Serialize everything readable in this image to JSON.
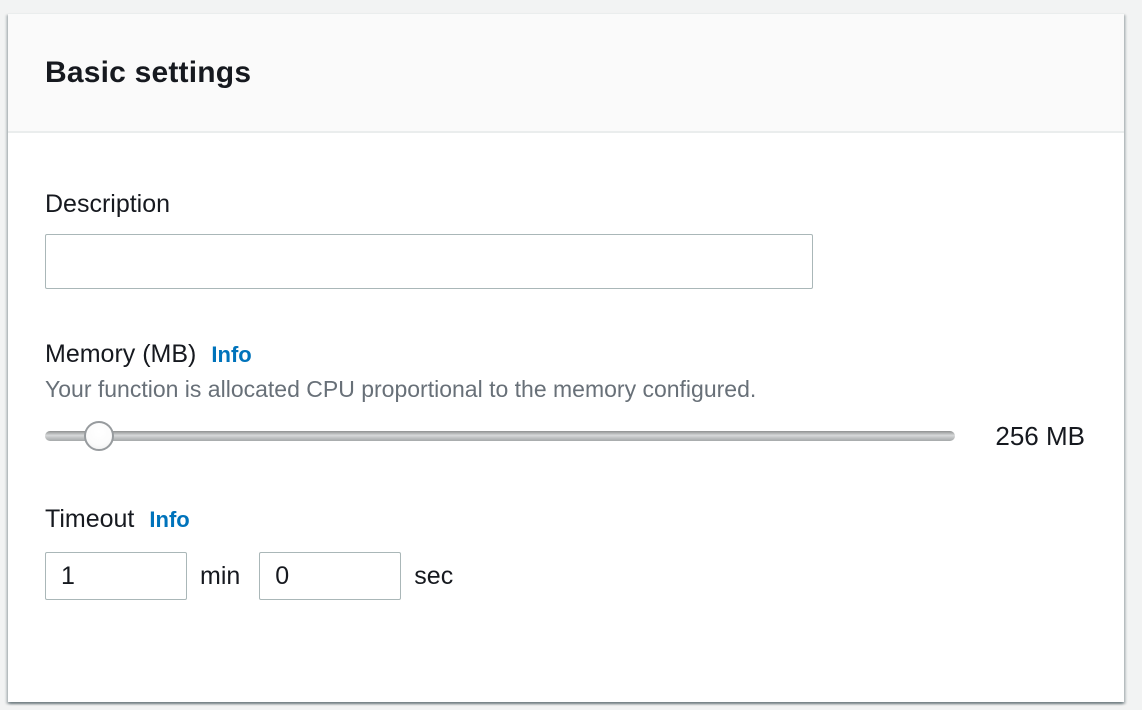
{
  "panel": {
    "title": "Basic settings"
  },
  "fields": {
    "description": {
      "label": "Description",
      "value": "",
      "placeholder": ""
    },
    "memory": {
      "label": "Memory (MB)",
      "info_label": "Info",
      "help_text": "Your function is allocated CPU proportional to the memory configured.",
      "value_display": "256 MB",
      "slider": {
        "handle_percent": 5.9
      }
    },
    "timeout": {
      "label": "Timeout",
      "info_label": "Info",
      "minutes": {
        "value": "1",
        "unit": "min"
      },
      "seconds": {
        "value": "0",
        "unit": "sec"
      }
    }
  },
  "colors": {
    "link_accent": "#0073bb",
    "text_primary": "#16191f",
    "text_secondary": "#687078",
    "header_background": "#fafafa",
    "divider": "#eaeded",
    "input_border": "#aab7b8"
  }
}
